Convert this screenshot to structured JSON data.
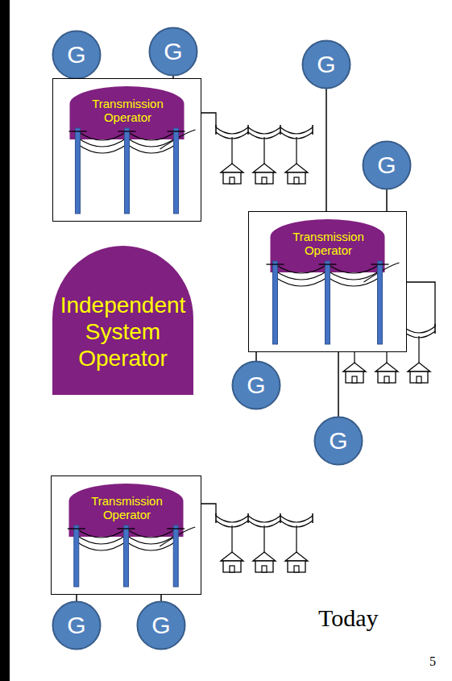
{
  "diagram": {
    "nodes": [
      {
        "text": [
          "G"
        ]
      },
      {
        "text": [
          "G"
        ]
      },
      {
        "text": [
          "G"
        ]
      },
      {
        "text": [
          "Transmission Operator"
        ]
      },
      {
        "text": [
          "G"
        ]
      },
      {
        "text": [
          "Transmission Operator"
        ]
      },
      {
        "text": [
          "Independent System Operator"
        ]
      },
      {
        "text": [
          "G"
        ]
      },
      {
        "text": [
          "G"
        ]
      },
      {
        "text": [
          "Transmission Operator"
        ]
      },
      {
        "text": [
          "G"
        ]
      },
      {
        "text": [
          "G"
        ]
      }
    ],
    "edges": [
      {
        "from": 0,
        "to": 3,
        "arrow": "none"
      },
      {
        "from": 1,
        "to": 3,
        "arrow": "none"
      },
      {
        "from": 2,
        "to": 5,
        "arrow": "none"
      },
      {
        "from": 4,
        "to": 5,
        "arrow": "none"
      },
      {
        "from": 7,
        "to": 5,
        "arrow": "none"
      },
      {
        "from": 8,
        "to": 5,
        "arrow": "none"
      },
      {
        "from": 10,
        "to": 9,
        "arrow": "none"
      },
      {
        "from": 11,
        "to": 9,
        "arrow": "none"
      }
    ],
    "labels": [
      "Today",
      "5"
    ]
  }
}
